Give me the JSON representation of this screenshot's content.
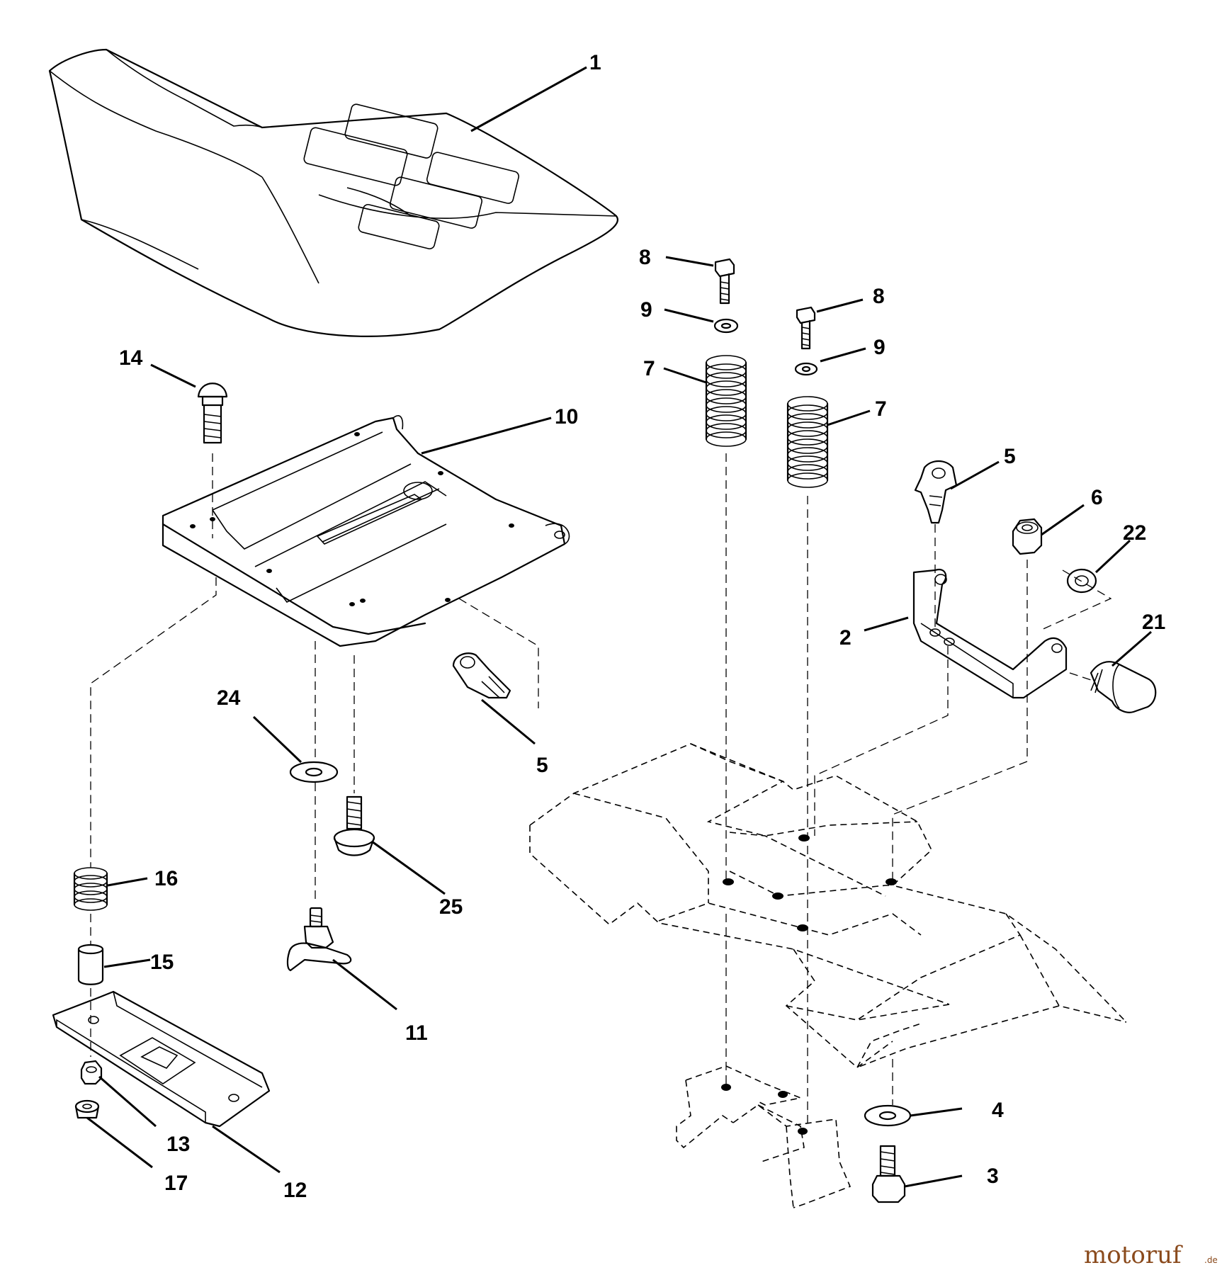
{
  "callouts": [
    {
      "id": "c1",
      "text": "1"
    },
    {
      "id": "c14",
      "text": "14"
    },
    {
      "id": "c10",
      "text": "10"
    },
    {
      "id": "c8a",
      "text": "8"
    },
    {
      "id": "c9a",
      "text": "9"
    },
    {
      "id": "c7a",
      "text": "7"
    },
    {
      "id": "c8b",
      "text": "8"
    },
    {
      "id": "c9b",
      "text": "9"
    },
    {
      "id": "c7b",
      "text": "7"
    },
    {
      "id": "c5a",
      "text": "5"
    },
    {
      "id": "c6",
      "text": "6"
    },
    {
      "id": "c22",
      "text": "22"
    },
    {
      "id": "c2",
      "text": "2"
    },
    {
      "id": "c21",
      "text": "21"
    },
    {
      "id": "c24",
      "text": "24"
    },
    {
      "id": "c5b",
      "text": "5"
    },
    {
      "id": "c25",
      "text": "25"
    },
    {
      "id": "c16",
      "text": "16"
    },
    {
      "id": "c15",
      "text": "15"
    },
    {
      "id": "c11",
      "text": "11"
    },
    {
      "id": "c13",
      "text": "13"
    },
    {
      "id": "c17",
      "text": "17"
    },
    {
      "id": "c12",
      "text": "12"
    },
    {
      "id": "c4",
      "text": "4"
    },
    {
      "id": "c3",
      "text": "3"
    }
  ],
  "watermark": {
    "text": "motoruf",
    "suffix": ".de"
  }
}
